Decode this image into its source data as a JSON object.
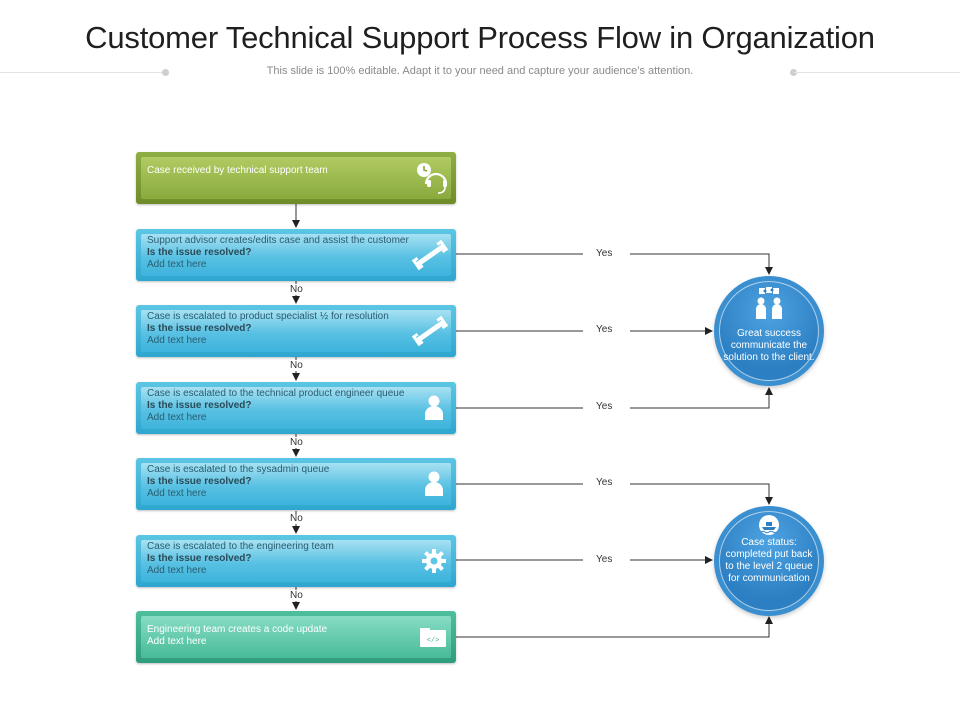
{
  "header": {
    "title": "Customer Technical Support Process Flow in Organization",
    "subtitle": "This slide is 100% editable. Adapt it to your need and capture your audience’s attention."
  },
  "steps": [
    {
      "text": "Case received by technical  support team",
      "icon": "headset-clock-icon"
    },
    {
      "text": "Support advisor  creates/edits  case  and  assist  the customer",
      "question": "Is the issue  resolved?",
      "add": "Add text here",
      "icon": "wrench-icon"
    },
    {
      "text": "Case is  escalated  to  product specialist  ½ for resolution",
      "question": "Is the issue  resolved?",
      "add": "Add text here",
      "icon": "wrench-icon"
    },
    {
      "text": "Case is  escalated  to  the technical  product  engineer queue",
      "question": "Is the issue  resolved?",
      "add": "Add text here",
      "icon": "person-icon"
    },
    {
      "text": "Case is  escalated  to  the sysadmin  queue",
      "question": "Is the issue  resolved?",
      "add": "Add text here",
      "icon": "person-icon"
    },
    {
      "text": "Case is  escalated  to  the engineering  team",
      "question": "Is the issue  resolved?",
      "add": "Add text here",
      "icon": "gear-icon"
    },
    {
      "text": "Engineering team creates a code update",
      "add": "Add text here",
      "icon": "code-folder-icon"
    }
  ],
  "branch_labels": {
    "yes": "Yes",
    "no": "No"
  },
  "outcomes": [
    {
      "text": "Great success communicate the solution to the client.",
      "icon": "team-puzzle-icon"
    },
    {
      "text": "Case status: completed put back to the level 2 queue for communication",
      "icon": "ship-icon"
    }
  ],
  "colors": {
    "blue": "#3db3dc",
    "green": "#89a93d",
    "teal": "#48bb98",
    "circle": "#2c7fc2"
  }
}
